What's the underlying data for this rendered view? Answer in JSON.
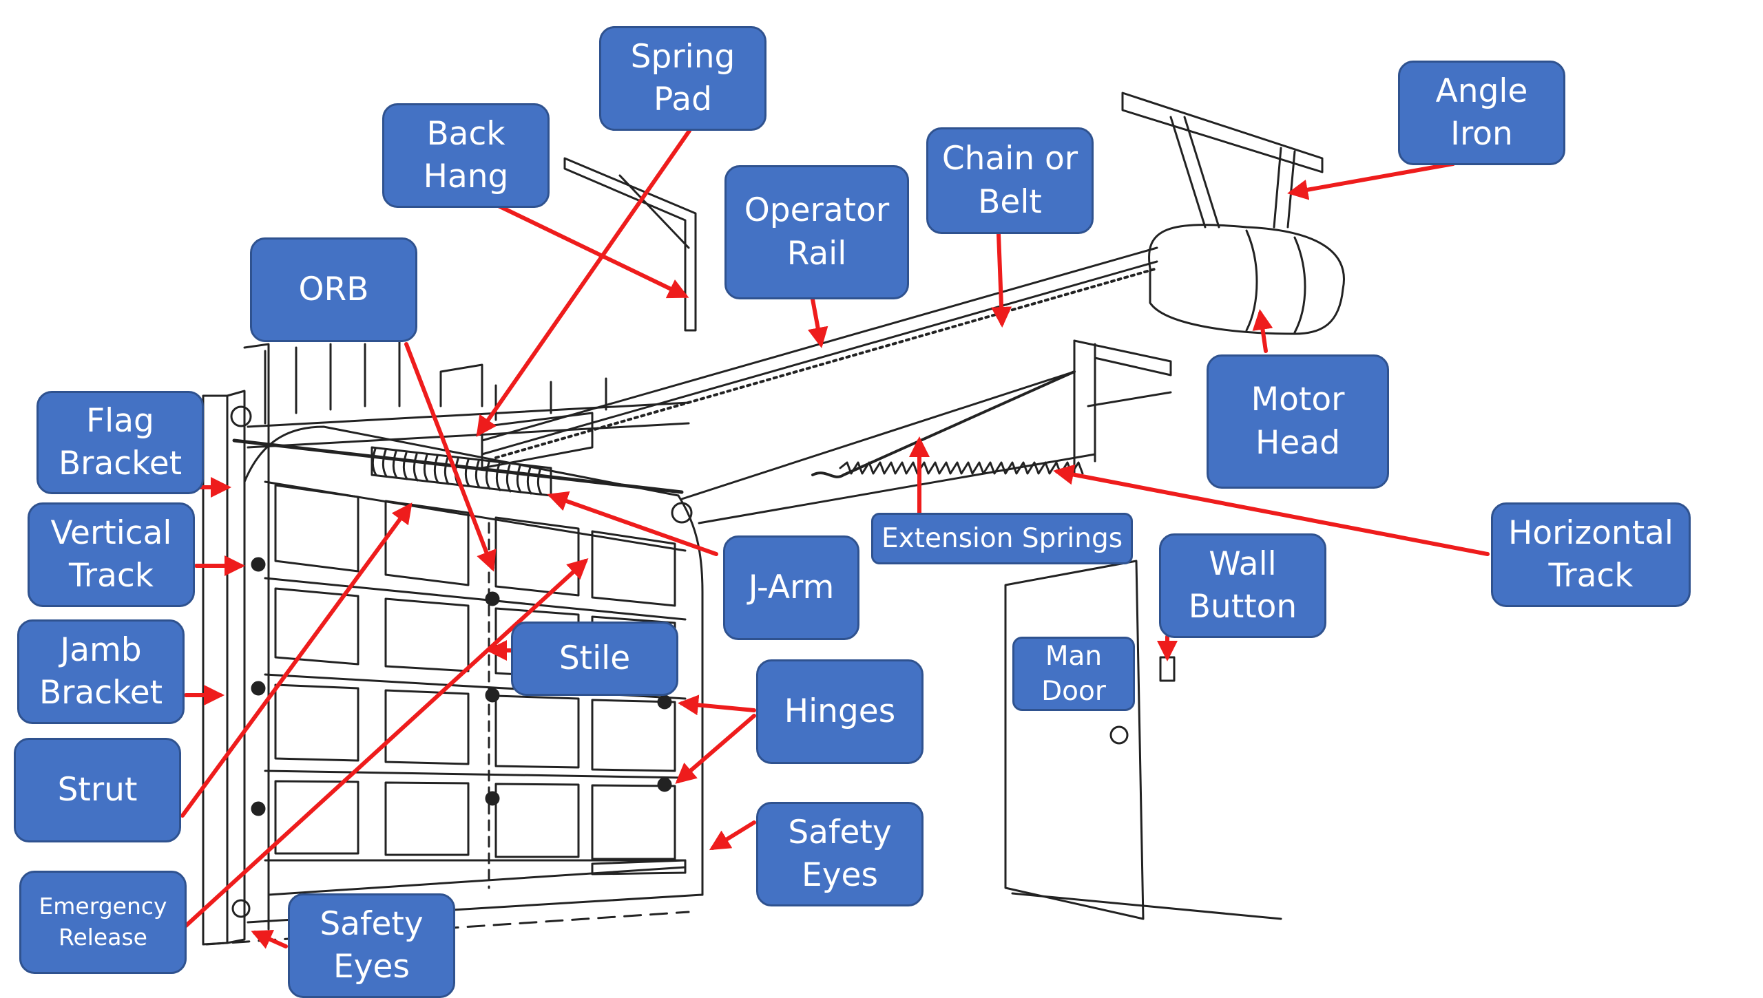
{
  "labels": {
    "spring_pad": "Spring\nPad",
    "back_hang": "Back\nHang",
    "orb": "ORB",
    "operator_rail": "Operator\nRail",
    "chain_or_belt": "Chain or\nBelt",
    "angle_iron": "Angle\nIron",
    "flag_bracket": "Flag\nBracket",
    "vertical_track": "Vertical\nTrack",
    "jamb_bracket": "Jamb\nBracket",
    "strut": "Strut",
    "emergency_release": "Emergency\nRelease",
    "safety_eyes_left": "Safety\nEyes",
    "stile": "Stile",
    "j_arm": "J-Arm",
    "hinges": "Hinges",
    "safety_eyes_right": "Safety\nEyes",
    "extension_springs": "Extension Springs",
    "motor_head": "Motor\nHead",
    "horizontal_track": "Horizontal\nTrack",
    "wall_button": "Wall\nButton",
    "man_door": "Man\nDoor"
  },
  "colors": {
    "label_fill": "#4472c4",
    "label_border": "#2f528f",
    "label_text": "#ffffff",
    "arrow": "#ee1c1c",
    "line_art": "#222222"
  }
}
